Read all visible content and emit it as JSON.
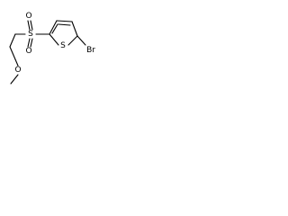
{
  "molecule": {
    "atoms": {
      "bromine": "Br",
      "sulfur_ring": "S",
      "sulfur_sulfonyl": "S",
      "oxygen_top": "O",
      "oxygen_bottom": "O",
      "oxygen_ether": "O"
    },
    "colors": {
      "ink": "#000000",
      "background": "#ffffff"
    }
  }
}
